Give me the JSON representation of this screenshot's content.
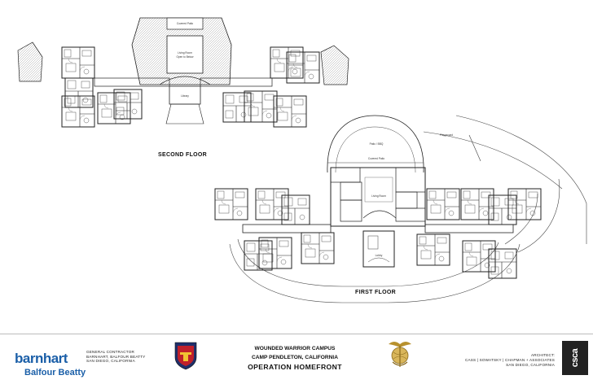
{
  "floor_labels": {
    "second": "SECOND FLOOR",
    "first": "FIRST FLOOR"
  },
  "room_labels": {
    "covered_patio_top": "Covered Patio",
    "living_room_open": "Living Room\nOpen to Below",
    "library": "Library",
    "patio_bbq": "Patio / BBQ",
    "covered_patio": "Covered Patio",
    "playground": "Playground",
    "living_room": "Living Room",
    "lobby": "Lobby"
  },
  "footer": {
    "contractor_logo_1": "barnhart",
    "contractor_logo_2": "Balfour Beatty",
    "contractor_lines": [
      "GENERAL CONTRACTOR",
      "BARNHART, BALFOUR BEATTY",
      "SAN DIEGO, CALIFORNIA"
    ],
    "project_line_1": "WOUNDED WARRIOR CAMPUS",
    "project_line_2": "CAMP PENDLETON, CALIFORNIA",
    "project_line_3": "OPERATION HOMEFRONT",
    "architect_lines": [
      "ARCHITECT:",
      "CASS | SOWATSKY | CHAPMAN + ASSOCIATES",
      "SAN DIEGO, CALIFORNIA"
    ],
    "architect_logo": "csca"
  },
  "colors": {
    "line": "#222222",
    "brand_blue": "#1b5fa8",
    "emblem_red": "#c0202a",
    "emblem_navy": "#1f2f6b",
    "eagle_gold": "#b8912e"
  }
}
